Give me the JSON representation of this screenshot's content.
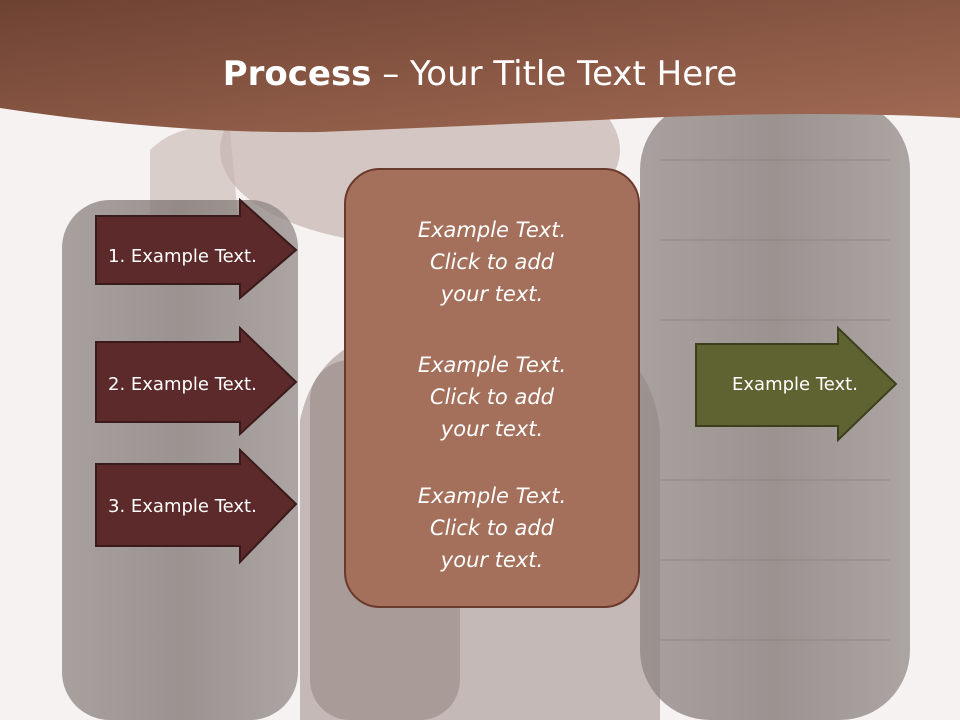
{
  "title": {
    "bold": "Process",
    "rest": " – Your Title Text Here"
  },
  "left_arrows": [
    {
      "label": "1. Example Text."
    },
    {
      "label": "2. Example Text."
    },
    {
      "label": "3. Example Text."
    }
  ],
  "center_box": {
    "paragraphs": [
      {
        "lines": [
          "Example Text.",
          "Click  to add",
          "your text."
        ]
      },
      {
        "lines": [
          "Example Text.",
          "Click  to add",
          "your text."
        ]
      },
      {
        "lines": [
          "Example Text.",
          "Click  to add",
          "your text."
        ]
      }
    ]
  },
  "right_arrow": {
    "label": "Example Text."
  },
  "colors": {
    "banner": "#8a5540",
    "left_arrow_fill": "#5c2a2a",
    "center_box_fill": "#a4705b",
    "right_arrow_fill": "#5f6332"
  }
}
